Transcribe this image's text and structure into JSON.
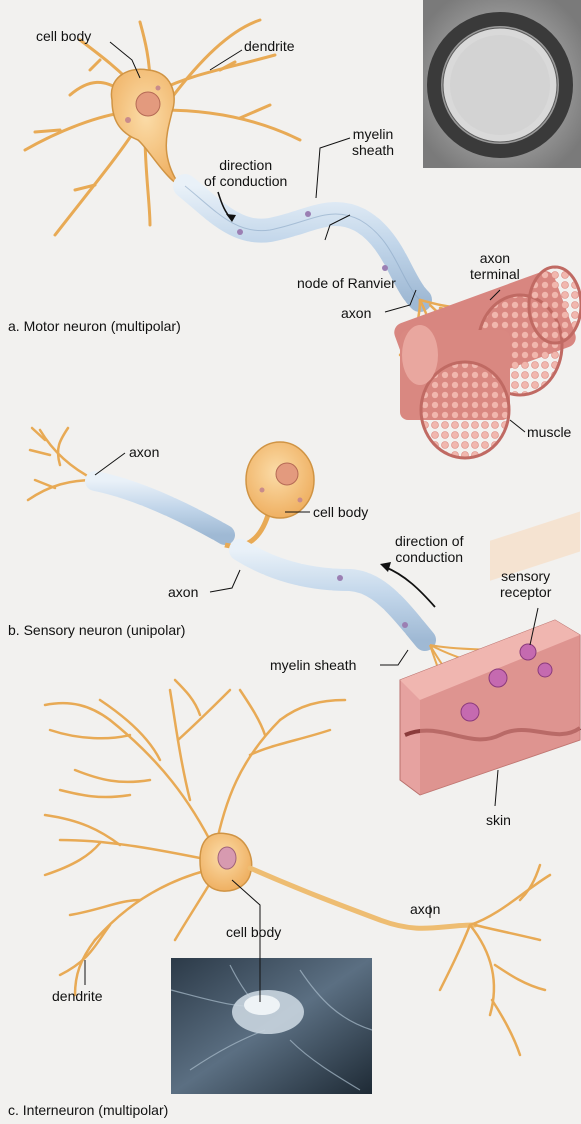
{
  "panels": {
    "motor": {
      "caption": "a. Motor neuron (multipolar)",
      "labels": {
        "cell_body": "cell body",
        "dendrite": "dendrite",
        "myelin_sheath": "myelin\nsheath",
        "direction": "direction\nof conduction",
        "axon_terminal": "axon\nterminal",
        "node_of_ranvier": "node of Ranvier",
        "axon": "axon",
        "muscle": "muscle"
      }
    },
    "sensory": {
      "caption": "b. Sensory neuron (unipolar)",
      "labels": {
        "axon_top": "axon",
        "cell_body": "cell body",
        "direction": "direction of\nconduction",
        "axon": "axon",
        "sensory_receptor": "sensory\nreceptor",
        "myelin_sheath": "myelin sheath",
        "skin": "skin"
      }
    },
    "inter": {
      "caption": "c. Interneuron (multipolar)",
      "labels": {
        "cell_body": "cell body",
        "axon": "axon",
        "dendrite": "dendrite"
      }
    }
  },
  "colors": {
    "neuron_fill": "#f3c47a",
    "neuron_stroke": "#c9913a",
    "myelin": "#c9dced",
    "muscle": "#e7a39b",
    "skin": "#d98c86",
    "micrograph": "#8a8a8a"
  }
}
